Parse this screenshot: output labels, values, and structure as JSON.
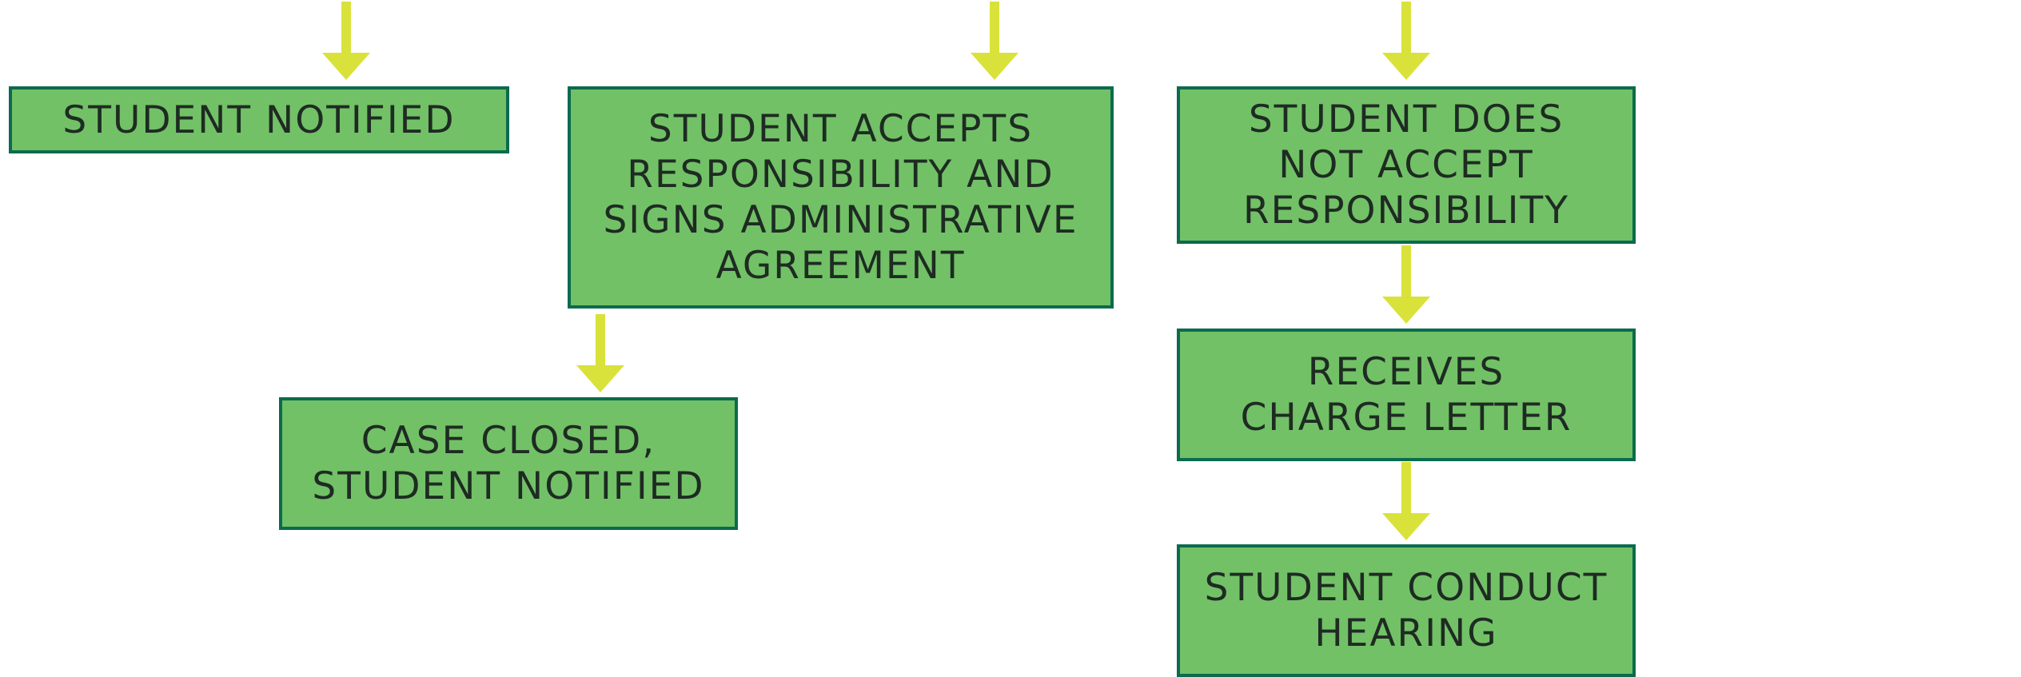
{
  "colors": {
    "box_fill": "#72c167",
    "box_border": "#0b6b4e",
    "arrow": "#d9e23a"
  },
  "boxes": {
    "student_notified": "STUDENT NOTIFIED",
    "accepts_responsibility": "STUDENT ACCEPTS\nRESPONSIBILITY AND\nSIGNS ADMINISTRATIVE\nAGREEMENT",
    "does_not_accept": "STUDENT DOES\nNOT ACCEPT\nRESPONSIBILITY",
    "case_closed": "CASE CLOSED,\nSTUDENT NOTIFIED",
    "charge_letter": "RECEIVES\nCHARGE LETTER",
    "conduct_hearing": "STUDENT CONDUCT\nHEARING"
  },
  "icons": {
    "arrow": "down-arrow-icon"
  }
}
